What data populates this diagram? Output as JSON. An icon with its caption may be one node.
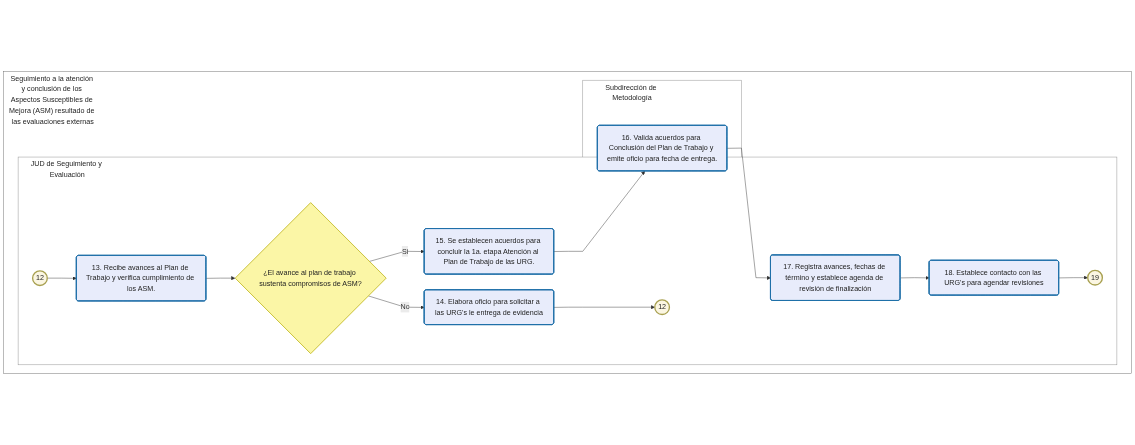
{
  "diagram": {
    "nodes": [
      {
        "text": [
          "Seguimiento a la atención y conclusión de los Aspectos Susceptibles de Mejora (ASM) resultado de las evaluaciones externas"
        ]
      },
      {
        "text": [
          "JUD de Seguimiento y Evaluación"
        ],
        "in": 0
      },
      {
        "text": [
          "Subdirección de Metodología"
        ],
        "in": 0
      },
      {
        "text": [
          "12"
        ],
        "in": 1
      },
      {
        "text": [
          "13. Recibe avances al Plan de Trabajo y verifica cumplimiento de los ASM."
        ],
        "in": 1
      },
      {
        "text": [
          "¿El avance al plan de trabajo sustenta compromisos de ASM?"
        ],
        "in": 1
      },
      {
        "text": [
          "15. Se establecen acuerdos para concluir la 1a. etapa Atención al Plan de Trabajo de las URG."
        ],
        "in": 1
      },
      {
        "text": [
          "17. Registra avances, fechas de término y establece agenda de revisión de finalización"
        ],
        "in": 1
      },
      {
        "text": [
          "18. Establece contacto con las URG's para agendar revisiones"
        ],
        "in": 1
      },
      {
        "text": [
          "19"
        ],
        "in": 1
      },
      {
        "text": [
          "14. Elabora oficio para solicitar a las URG's le entrega de evidencia"
        ],
        "in": 1
      },
      {
        "text": [
          "12"
        ],
        "in": 1
      },
      {
        "text": [
          "16. Valida acuerdos para Conclusión del Plan de Trabajo y emite oficio para fecha de entrega."
        ],
        "in": 2
      }
    ],
    "edges": [
      {
        "from": 3,
        "to": 4,
        "arrow": "to"
      },
      {
        "from": 4,
        "to": 5,
        "arrow": "to"
      },
      {
        "from": 5,
        "to": 6,
        "arrow": "to",
        "label": "Si"
      },
      {
        "from": 5,
        "to": 10,
        "arrow": "to",
        "label": "No"
      },
      {
        "from": 10,
        "to": 11,
        "arrow": "to"
      },
      {
        "from": 6,
        "to": 12,
        "arrow": "to"
      },
      {
        "from": 12,
        "to": 7,
        "arrow": "to"
      },
      {
        "from": 7,
        "to": 8,
        "arrow": "to"
      },
      {
        "from": 8,
        "to": 9,
        "arrow": "to"
      }
    ]
  }
}
